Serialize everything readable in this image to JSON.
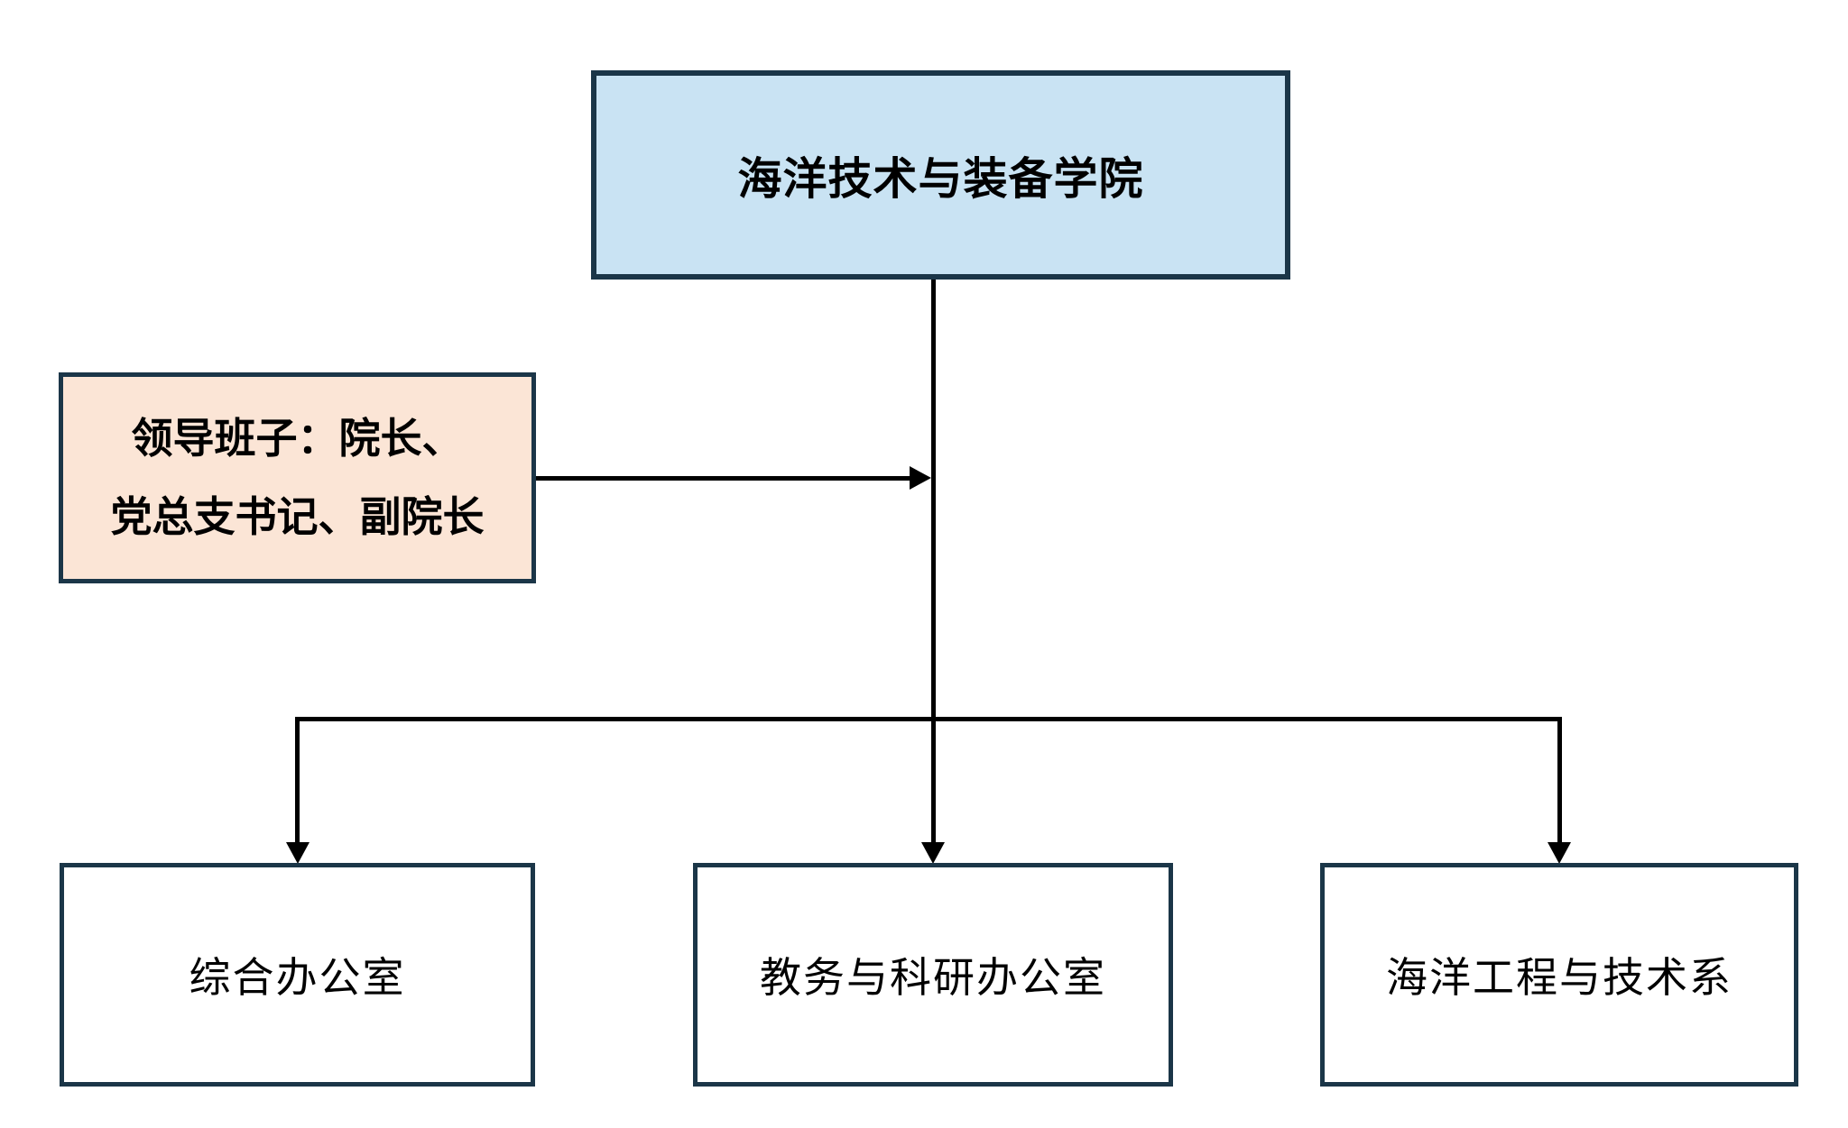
{
  "diagram": {
    "title": "org-chart",
    "root": {
      "label": "海洋技术与装备学院"
    },
    "leadership": {
      "label": "领导班子：院长、党总支书记、副院长",
      "line1": "领导班子：院长、",
      "line2": "党总支书记、副院长"
    },
    "departments": [
      {
        "label": "综合办公室"
      },
      {
        "label": "教务与科研办公室"
      },
      {
        "label": "海洋工程与技术系"
      }
    ],
    "colors": {
      "root_fill": "#c9e3f3",
      "leadership_fill": "#fbe5d6",
      "dept_fill": "#ffffff",
      "box_border": "#1b3648",
      "connector": "#000000"
    }
  }
}
